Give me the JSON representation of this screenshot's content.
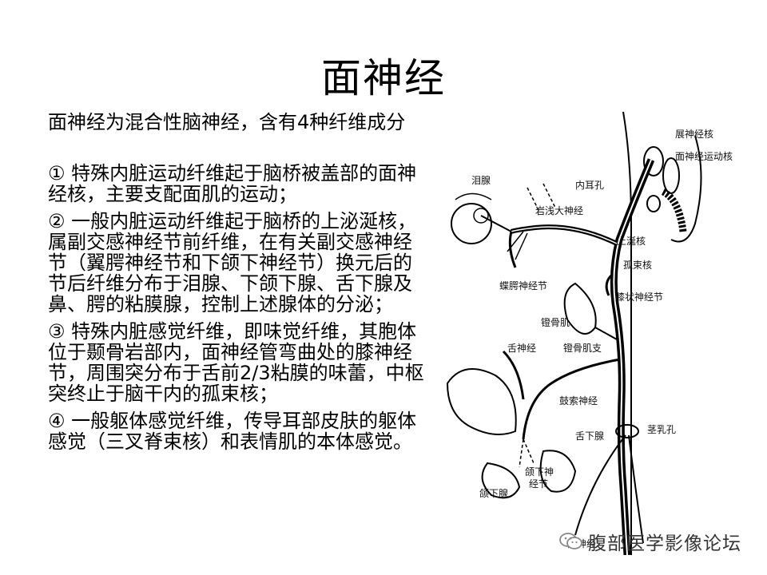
{
  "slide": {
    "title": "面神经",
    "intro": "面神经为混合性脑神经，含有4种纤维成分",
    "items": [
      "① 特殊内脏运动纤维起于脑桥被盖部的面神经核，主要支配面肌的运动；",
      "② 一般内脏运动纤维起于脑桥的上泌涎核，属副交感神经节前纤维，在有关副交感神经节（翼腭神经节和下颌下神经节）换元后的节后纤维分布于泪腺、下颌下腺、舌下腺及鼻、腭的粘膜腺，控制上述腺体的分泌；",
      "③ 特殊内脏感觉纤维，即味觉纤维，其胞体位于颞骨岩部内，面神经管弯曲处的膝神经节，周围突分布于舌前2/3粘膜的味蕾，中枢突终止于脑干内的孤束核；",
      "④ 一般躯体感觉纤维，传导耳部皮肤的躯体感觉（三叉脊束核）和表情肌的本体感觉。"
    ]
  },
  "diagram": {
    "labels": {
      "lacrimal": "泪腺",
      "abducens": "展神经核",
      "facial_motor": "面神经运动核",
      "internal_meatus": "内耳孔",
      "greater_petrosal": "岩浅大神经",
      "sup_salivatory": "上涎核",
      "solitary": "孤束核",
      "pterygopalatine": "蝶腭神经节",
      "geniculate": "膝状神经节",
      "stapedius": "镫骨肌",
      "lingual": "舌神经",
      "stapedius_n": "镫骨肌支",
      "chorda": "鼓索神经",
      "sublingual": "舌下腺",
      "stylomastoid": "茎乳孔",
      "submand_ganglion_1": "颌下神",
      "submand_ganglion_2": "经节",
      "submandibular": "颌下腺",
      "facial_nerve": "面神经"
    }
  },
  "watermark": {
    "text": "腹部医学影像论坛"
  }
}
